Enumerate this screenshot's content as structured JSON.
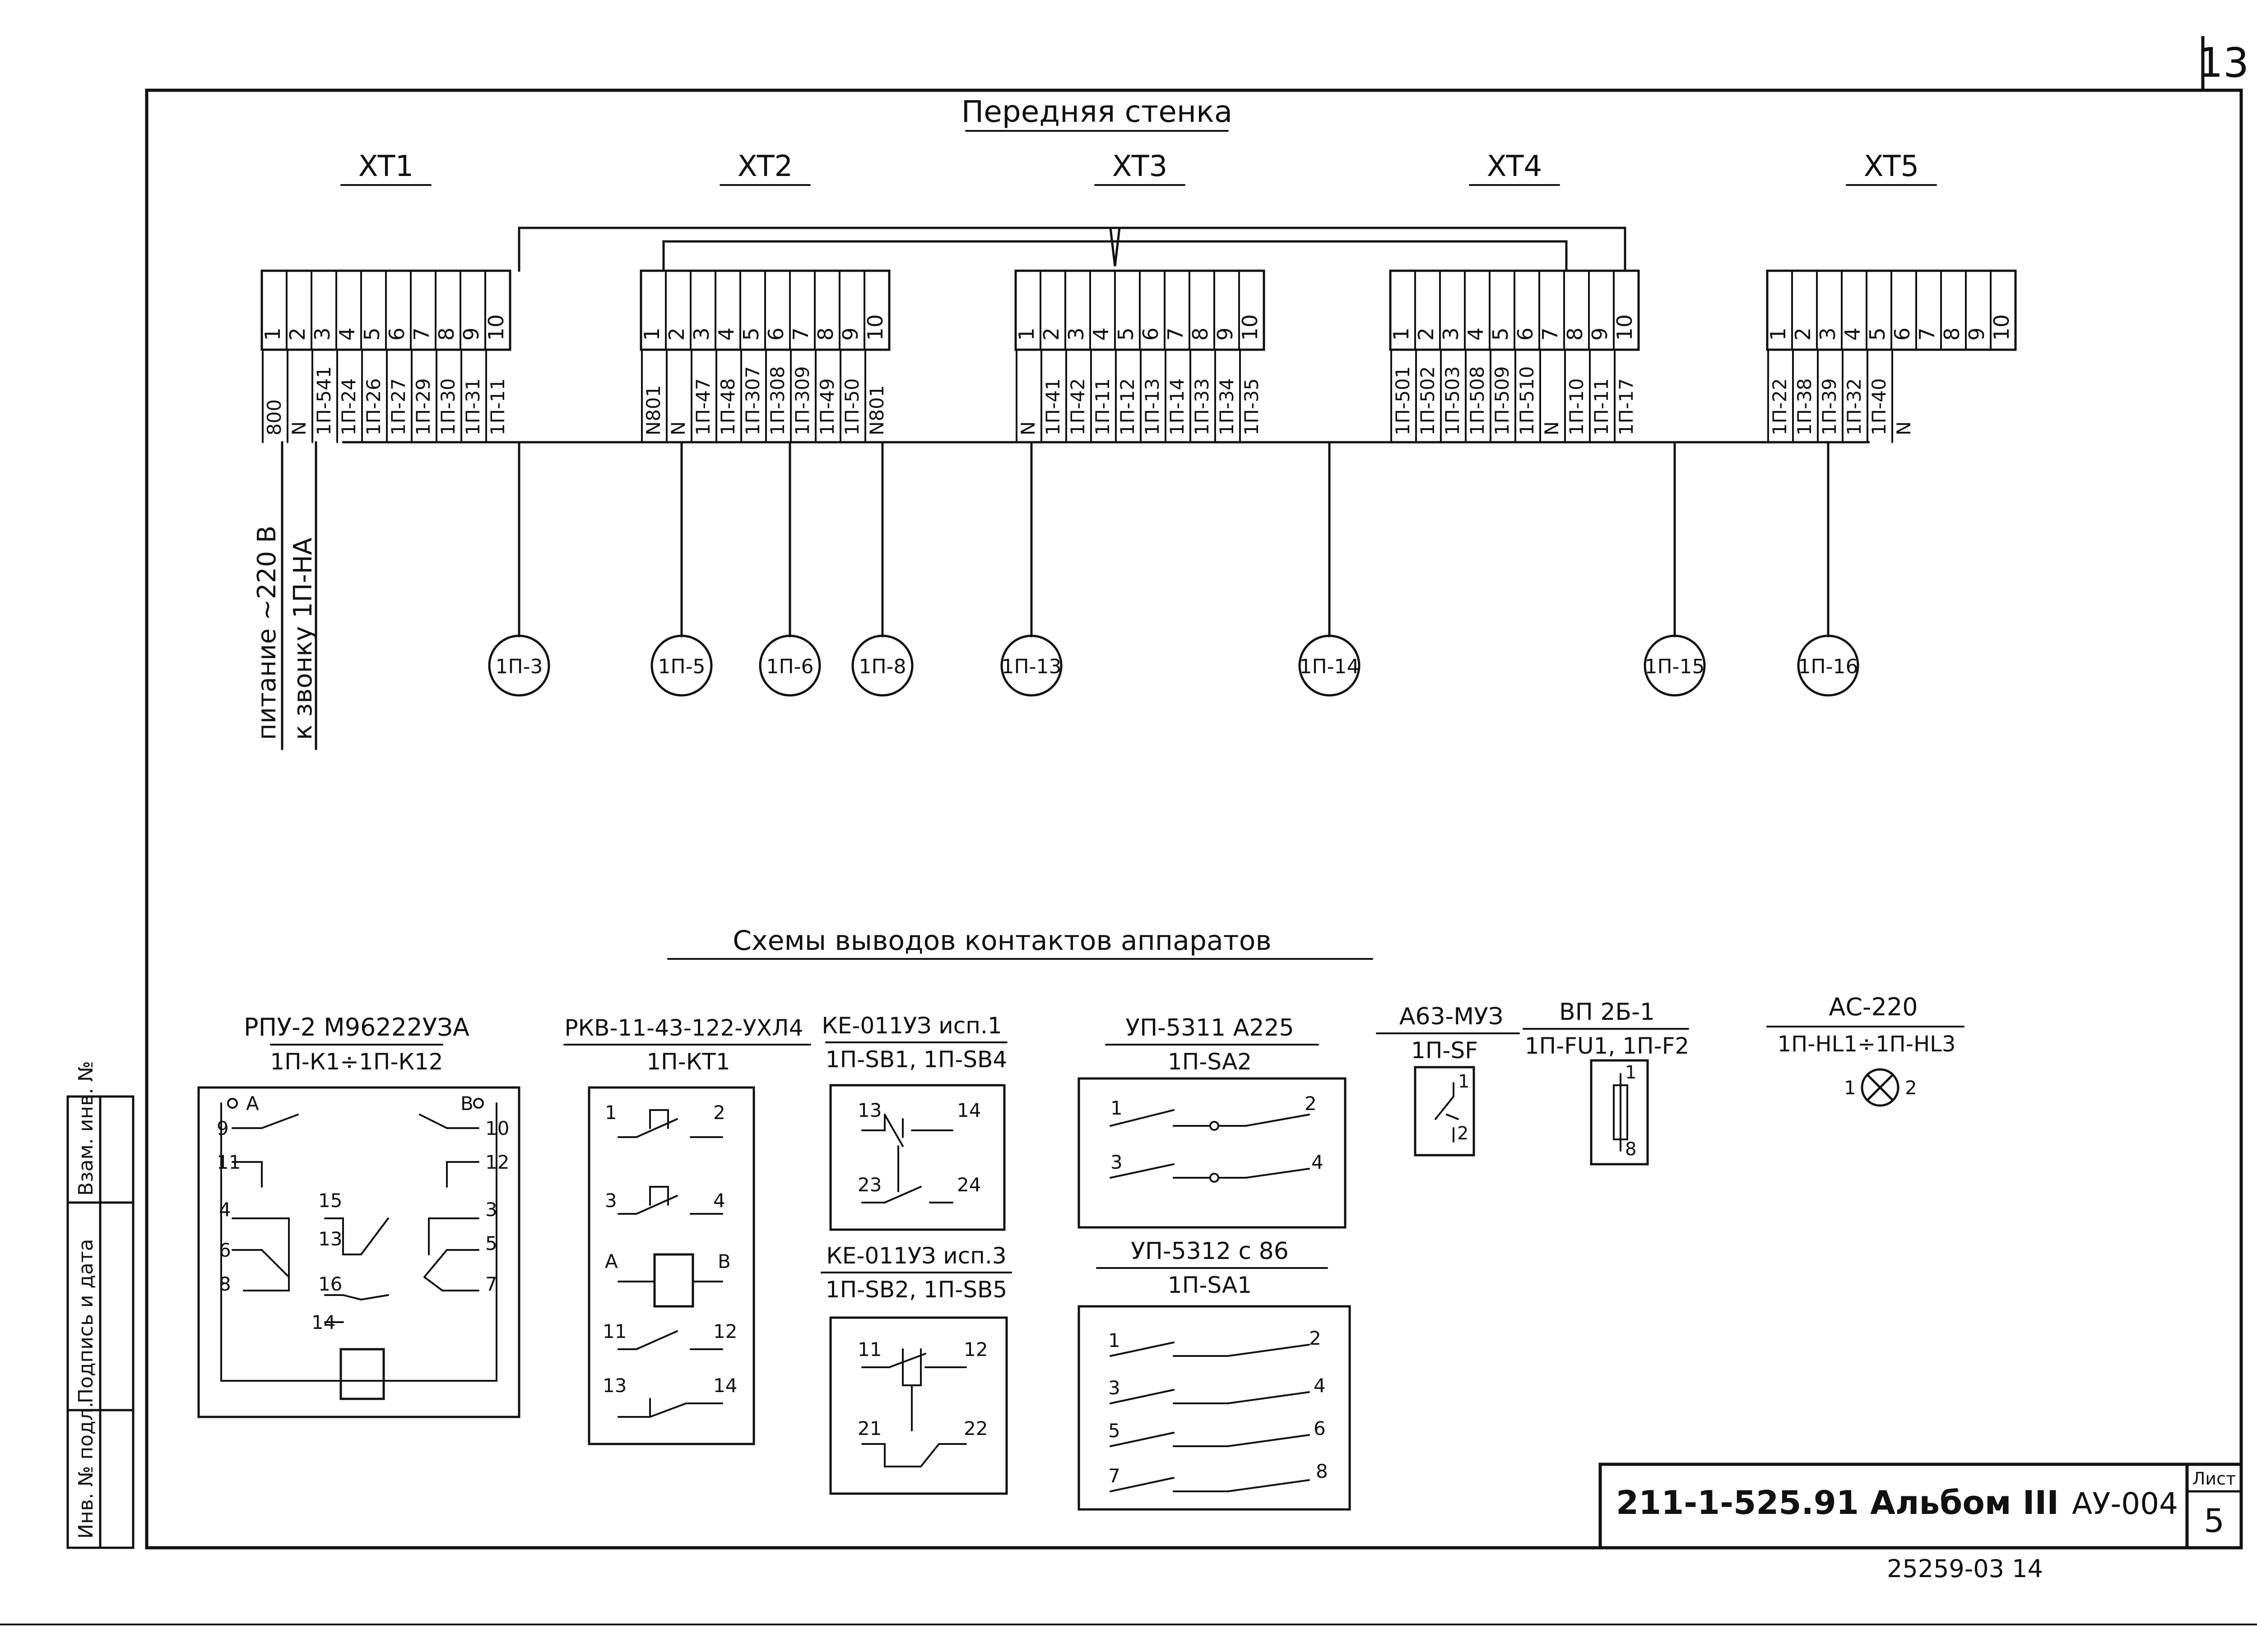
{
  "sheet": {
    "number": "13",
    "title": "Передняя стенка",
    "doc_code": "211-1-525.91 Альбом III",
    "doc_id": "АУ-004",
    "sheet_label": "Лист",
    "sheet_no": "5",
    "footer_code": "25259-03  14",
    "side_stamp": [
      "Инв. № подл.",
      "Подпись и дата",
      "Взам. инв. №"
    ]
  },
  "terminal_blocks": [
    {
      "name": "XT1",
      "wires": [
        "800",
        "N",
        "1П-541",
        "1П-24",
        "1П-26",
        "1П-27",
        "1П-29",
        "1П-30",
        "1П-31",
        "1П-11"
      ]
    },
    {
      "name": "XT2",
      "wires": [
        "N801",
        "N",
        "1П-47",
        "1П-48",
        "1П-307",
        "1П-308",
        "1П-309",
        "1П-49",
        "1П-50",
        "N801"
      ]
    },
    {
      "name": "XT3",
      "wires": [
        "N",
        "1П-41",
        "1П-42",
        "1П-11",
        "1П-12",
        "1П-13",
        "1П-14",
        "1П-33",
        "1П-34",
        "1П-35"
      ]
    },
    {
      "name": "XT4",
      "wires": [
        "1П-501",
        "1П-502",
        "1П-503",
        "1П-508",
        "1П-509",
        "1П-510",
        "N",
        "1П-10",
        "1П-11",
        "1П-17"
      ]
    },
    {
      "name": "XT5",
      "wires": [
        "1П-22",
        "1П-38",
        "1П-39",
        "1П-32",
        "1П-40",
        "N",
        "",
        "",
        "",
        ""
      ]
    }
  ],
  "terminal_numbers": [
    "1",
    "2",
    "3",
    "4",
    "5",
    "6",
    "7",
    "8",
    "9",
    "10"
  ],
  "cables": [
    "1П-3",
    "1П-5",
    "1П-6",
    "1П-8",
    "1П-13",
    "1П-14",
    "1П-15",
    "1П-16"
  ],
  "external_labels": {
    "power": "питание ~220 В",
    "bell": "к звонку  1П-НА"
  },
  "contacts_title": "Схемы выводов контактов аппаратов",
  "devices": [
    {
      "type": "РПУ-2 М96222УЗА",
      "refs": "1П-К1÷1П-К12",
      "pins": [
        "А",
        "В",
        "9",
        "10",
        "11",
        "12",
        "4",
        "3",
        "15",
        "13",
        "5",
        "6",
        "16",
        "7",
        "8",
        "14"
      ]
    },
    {
      "type": "РКВ-11-43-122-УХЛ4",
      "refs": "1П-КТ1",
      "pins": [
        "1",
        "2",
        "3",
        "4",
        "А",
        "В",
        "11",
        "12",
        "13",
        "14"
      ]
    },
    {
      "type": "КЕ-011УЗ исп.1",
      "refs": "1П-SB1, 1П-SB4",
      "pins": [
        "13",
        "14",
        "23",
        "24"
      ]
    },
    {
      "type": "КЕ-011УЗ исп.3",
      "refs": "1П-SB2, 1П-SB5",
      "pins": [
        "11",
        "12",
        "21",
        "22"
      ]
    },
    {
      "type": "УП-5311 А225",
      "refs": "1П-SA2",
      "pins": [
        "1",
        "2",
        "3",
        "4"
      ]
    },
    {
      "type": "УП-5312 с 86",
      "refs": "1П-SA1",
      "pins": [
        "1",
        "2",
        "3",
        "4",
        "5",
        "6",
        "7",
        "8"
      ]
    },
    {
      "type": "А63-МУЗ",
      "refs": "1П-SF",
      "pins": [
        "1",
        "2"
      ]
    },
    {
      "type": "ВП 2Б-1",
      "refs": "1П-FU1, 1П-F2",
      "pins": [
        "1",
        "8"
      ]
    },
    {
      "type": "АС-220",
      "refs": "1П-HL1÷1П-HL3",
      "pins": [
        "1",
        "2"
      ]
    }
  ]
}
